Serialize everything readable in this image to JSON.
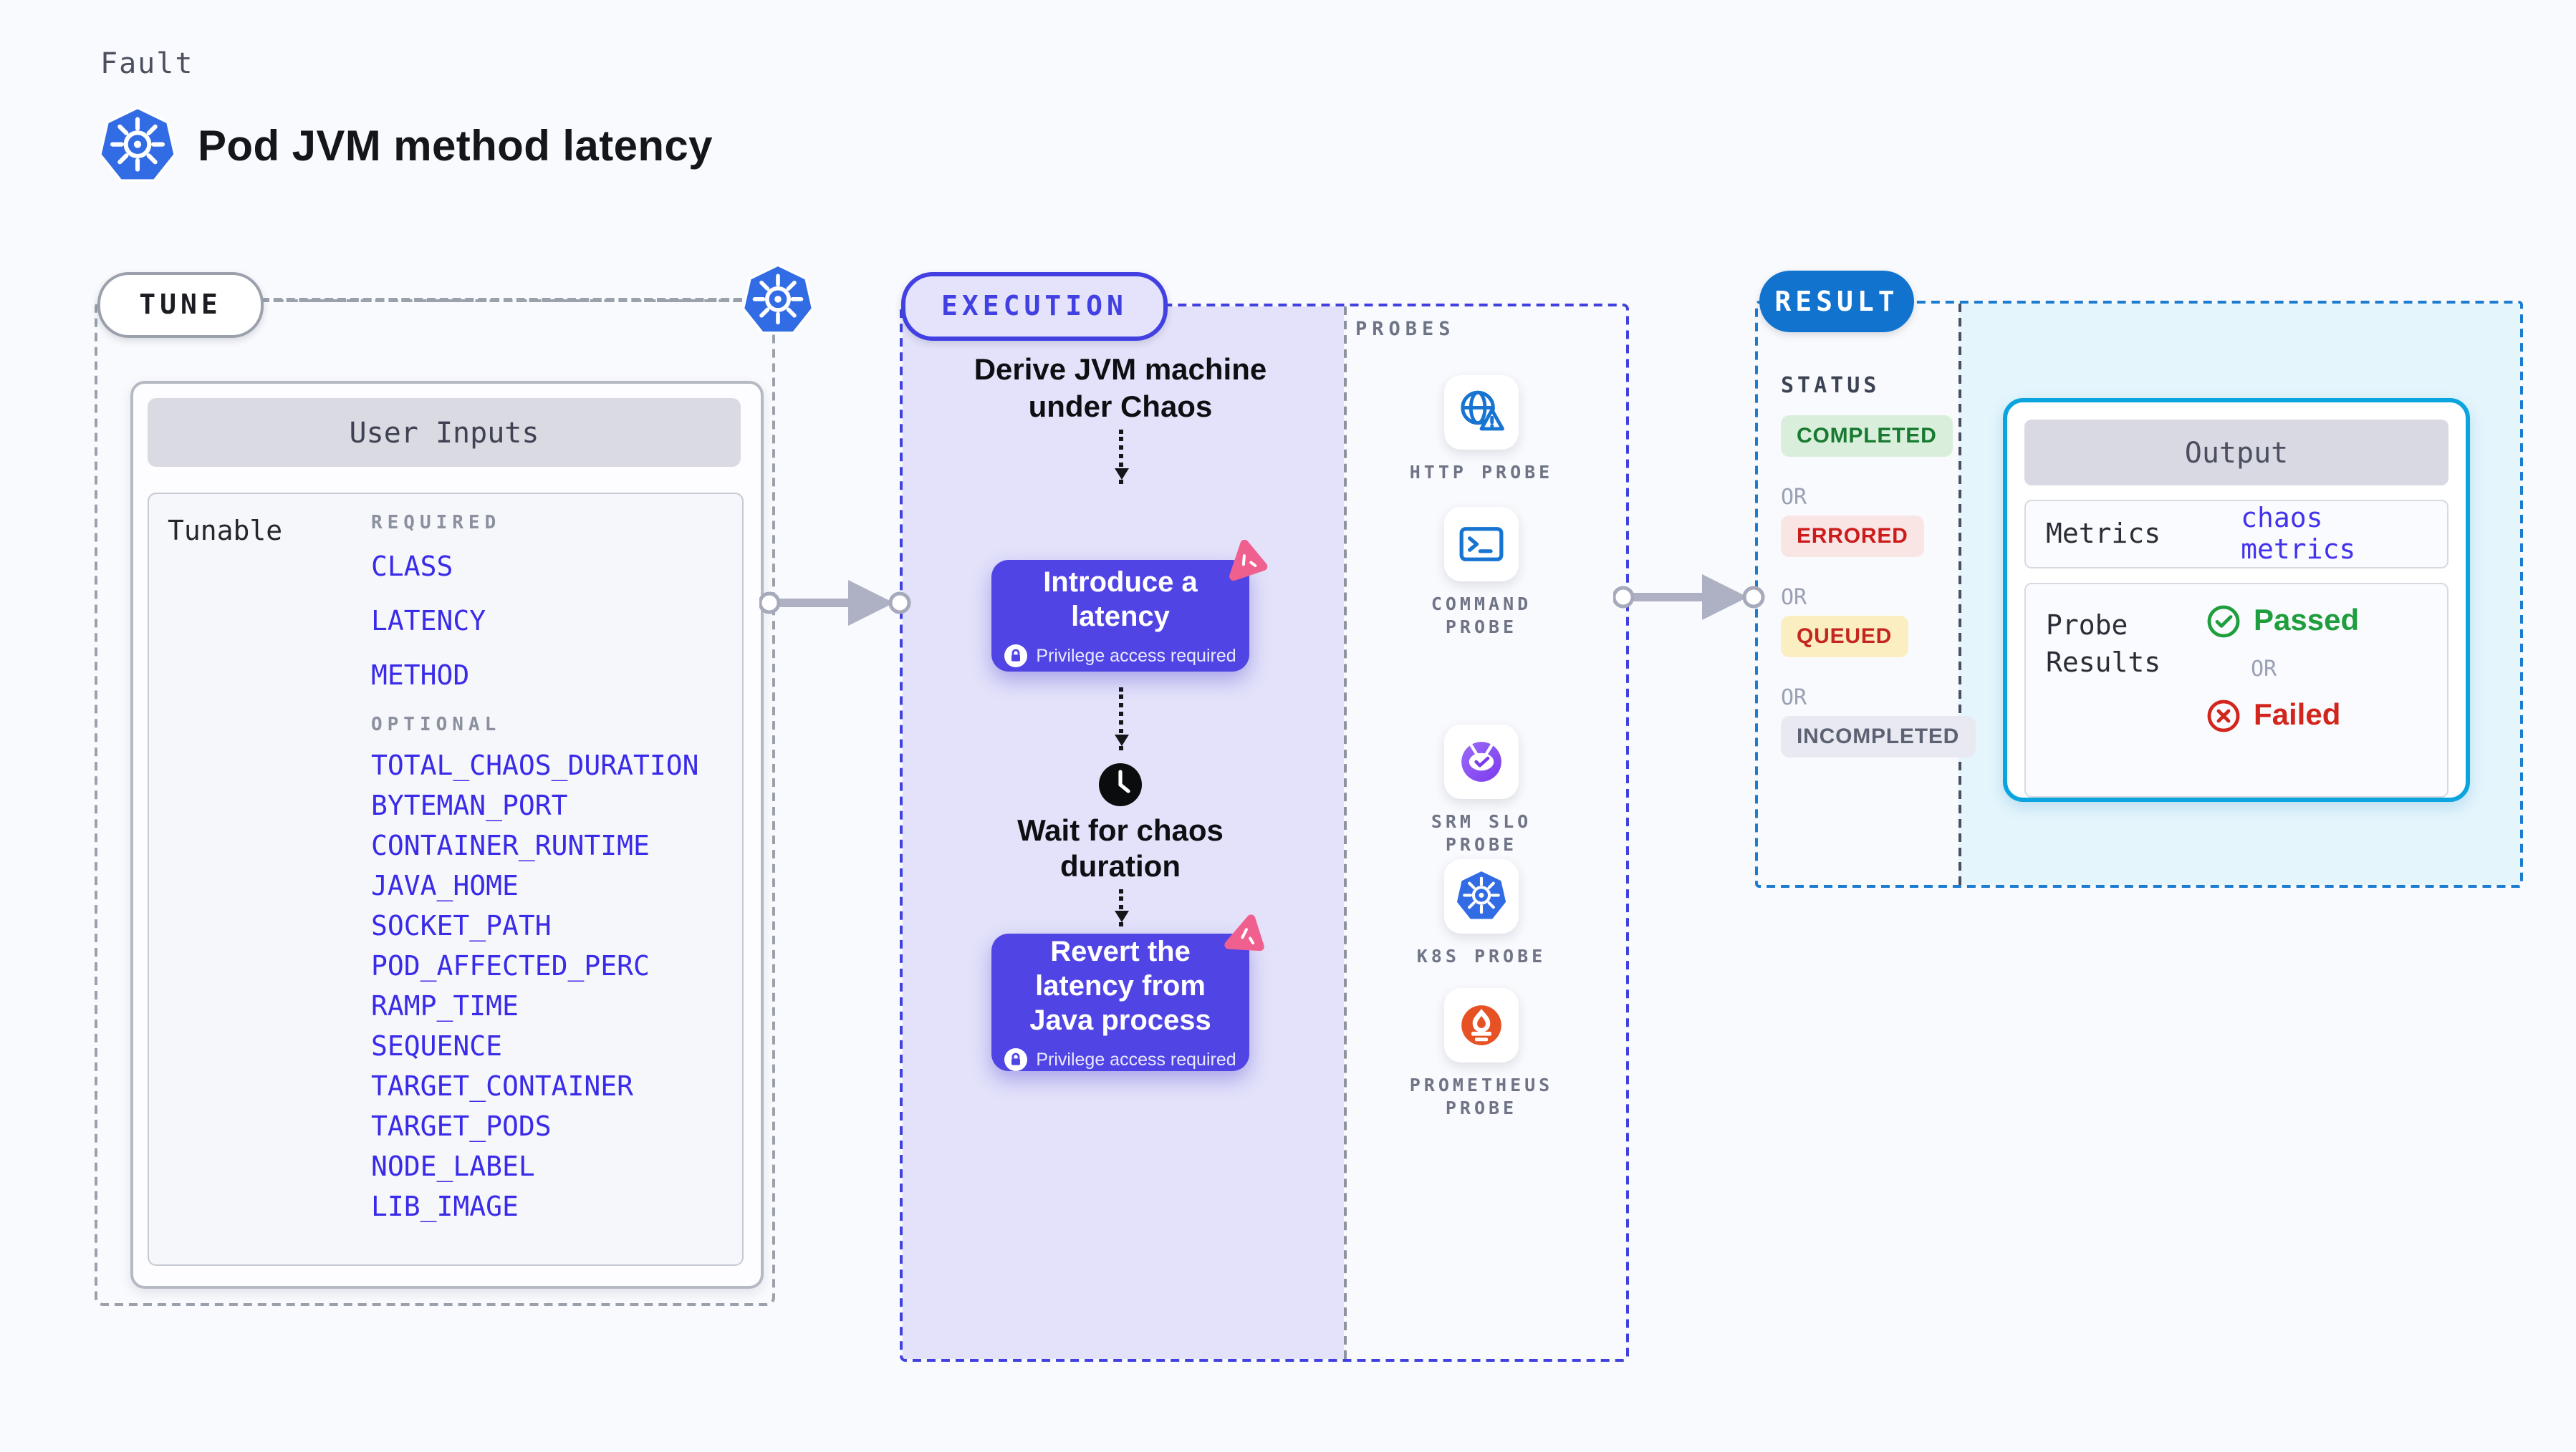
{
  "header": {
    "kicker": "Fault",
    "title": "Pod JVM method latency"
  },
  "tune": {
    "label": "TUNE",
    "card_title": "User Inputs",
    "row_label": "Tunable",
    "required_label": "REQUIRED",
    "optional_label": "OPTIONAL",
    "required_params": [
      "CLASS",
      "LATENCY",
      "METHOD"
    ],
    "optional_params": [
      "TOTAL_CHAOS_DURATION",
      "BYTEMAN_PORT",
      "CONTAINER_RUNTIME",
      "JAVA_HOME",
      "SOCKET_PATH",
      "POD_AFFECTED_PERC",
      "RAMP_TIME",
      "SEQUENCE",
      "TARGET_CONTAINER",
      "TARGET_PODS",
      "NODE_LABEL",
      "LIB_IMAGE"
    ]
  },
  "execution": {
    "label": "EXECUTION",
    "derive_step": "Derive JVM machine under Chaos",
    "inject_step": {
      "title": "Introduce a latency",
      "note": "Privilege access required"
    },
    "wait_step": "Wait for chaos duration",
    "revert_step": {
      "title": "Revert the latency from Java process",
      "note": "Privilege access required"
    }
  },
  "probes": {
    "label": "PROBES",
    "items": [
      {
        "label": "HTTP PROBE",
        "icon": "http-probe-icon"
      },
      {
        "label": "COMMAND PROBE",
        "icon": "command-probe-icon"
      },
      {
        "label": "SRM SLO PROBE",
        "icon": "srm-slo-probe-icon"
      },
      {
        "label": "K8S PROBE",
        "icon": "k8s-probe-icon"
      },
      {
        "label": "PROMETHEUS PROBE",
        "icon": "prometheus-probe-icon"
      }
    ]
  },
  "result": {
    "label": "RESULT",
    "status_label": "STATUS",
    "or_label": "OR",
    "statuses": [
      {
        "label": "COMPLETED",
        "color": "#177a30",
        "bg": "#d9efdb"
      },
      {
        "label": "ERRORED",
        "color": "#cb1b1b",
        "bg": "#fae5e5"
      },
      {
        "label": "QUEUED",
        "color": "#c5261f",
        "bg": "#fbeec0"
      },
      {
        "label": "INCOMPLETED",
        "color": "#5c6173",
        "bg": "#e9eaf1"
      }
    ],
    "output": {
      "title": "Output",
      "metrics_label": "Metrics",
      "metrics_value": "chaos metrics",
      "probe_results_label": "Probe Results",
      "passed_label": "Passed",
      "or_label": "OR",
      "failed_label": "Failed"
    }
  },
  "colors": {
    "accent_indigo": "#5144e4",
    "execution_border": "#4141df",
    "lavender_bg": "#e3e2fa",
    "result_blue": "#1273cf",
    "output_border": "#0aa5de",
    "cyan_bg": "#e4f5fc",
    "kubernetes_blue": "#326ce5",
    "param_blue": "#3a2be8",
    "pink_splat": "#f0608f",
    "prometheus_orange": "#e75225",
    "passed_green": "#1f9e3d",
    "failed_red": "#d2251c"
  }
}
